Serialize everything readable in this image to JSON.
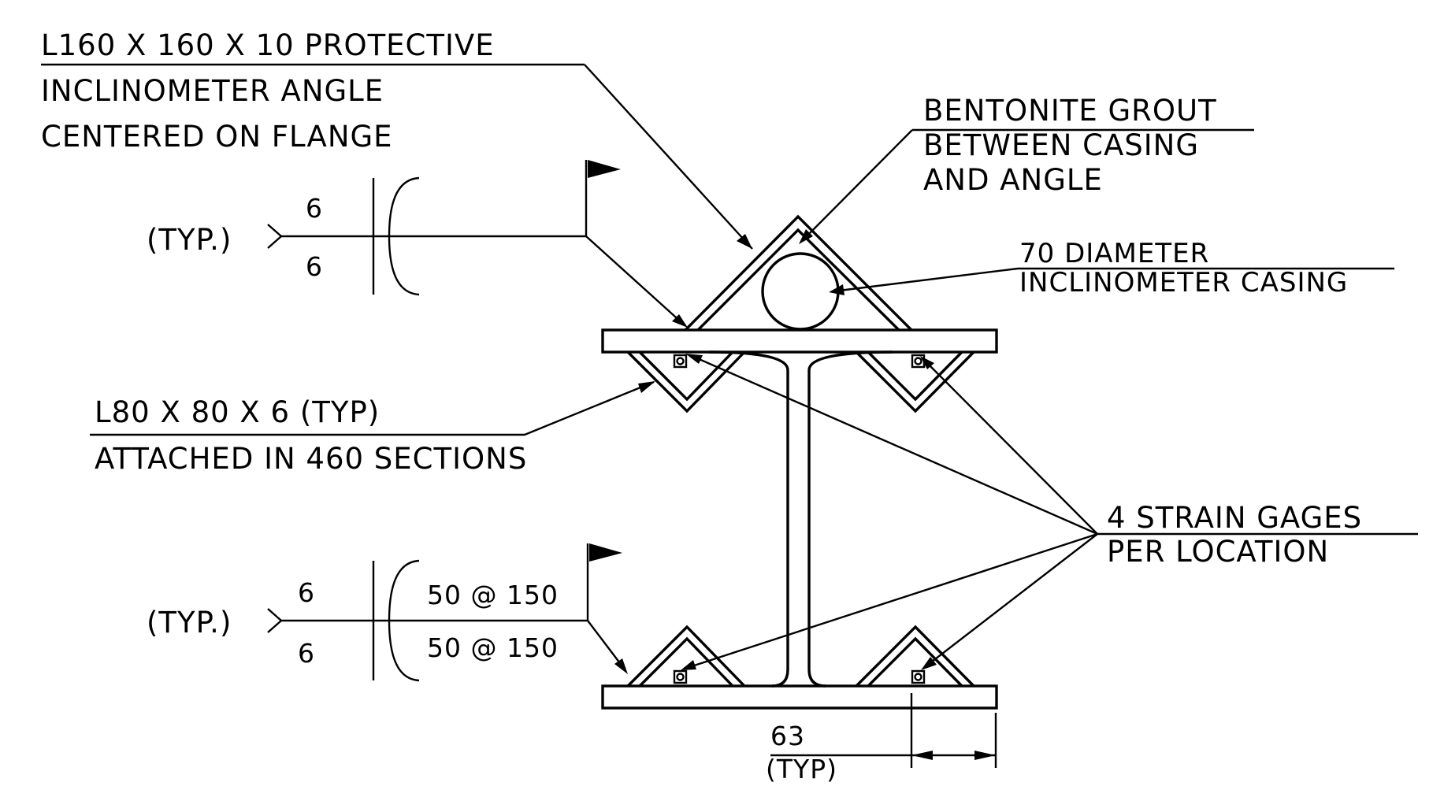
{
  "notes": {
    "angle_label": [
      "L160 X 160 X 10 PROTECTIVE",
      "INCLINOMETER ANGLE",
      "CENTERED ON FLANGE"
    ],
    "grout_label": [
      "BENTONITE GROUT",
      "BETWEEN CASING",
      "AND ANGLE"
    ],
    "casing_label": [
      "70 DIAMETER",
      "INCLINOMETER CASING"
    ],
    "small_angle_label": [
      "L80 X 80 X 6 (TYP)",
      "ATTACHED IN 460 SECTIONS"
    ],
    "gages_label": [
      "4 STRAIN GAGES",
      "PER LOCATION"
    ]
  },
  "weld_top": {
    "typ": "(TYP.)",
    "size_above": "6",
    "size_below": "6"
  },
  "weld_bottom": {
    "typ": "(TYP.)",
    "size_above": "6",
    "size_below": "6",
    "pitch_above": "50 @ 150",
    "pitch_below": "50 @ 150"
  },
  "dimension": {
    "value": "63",
    "note": "(TYP)"
  }
}
